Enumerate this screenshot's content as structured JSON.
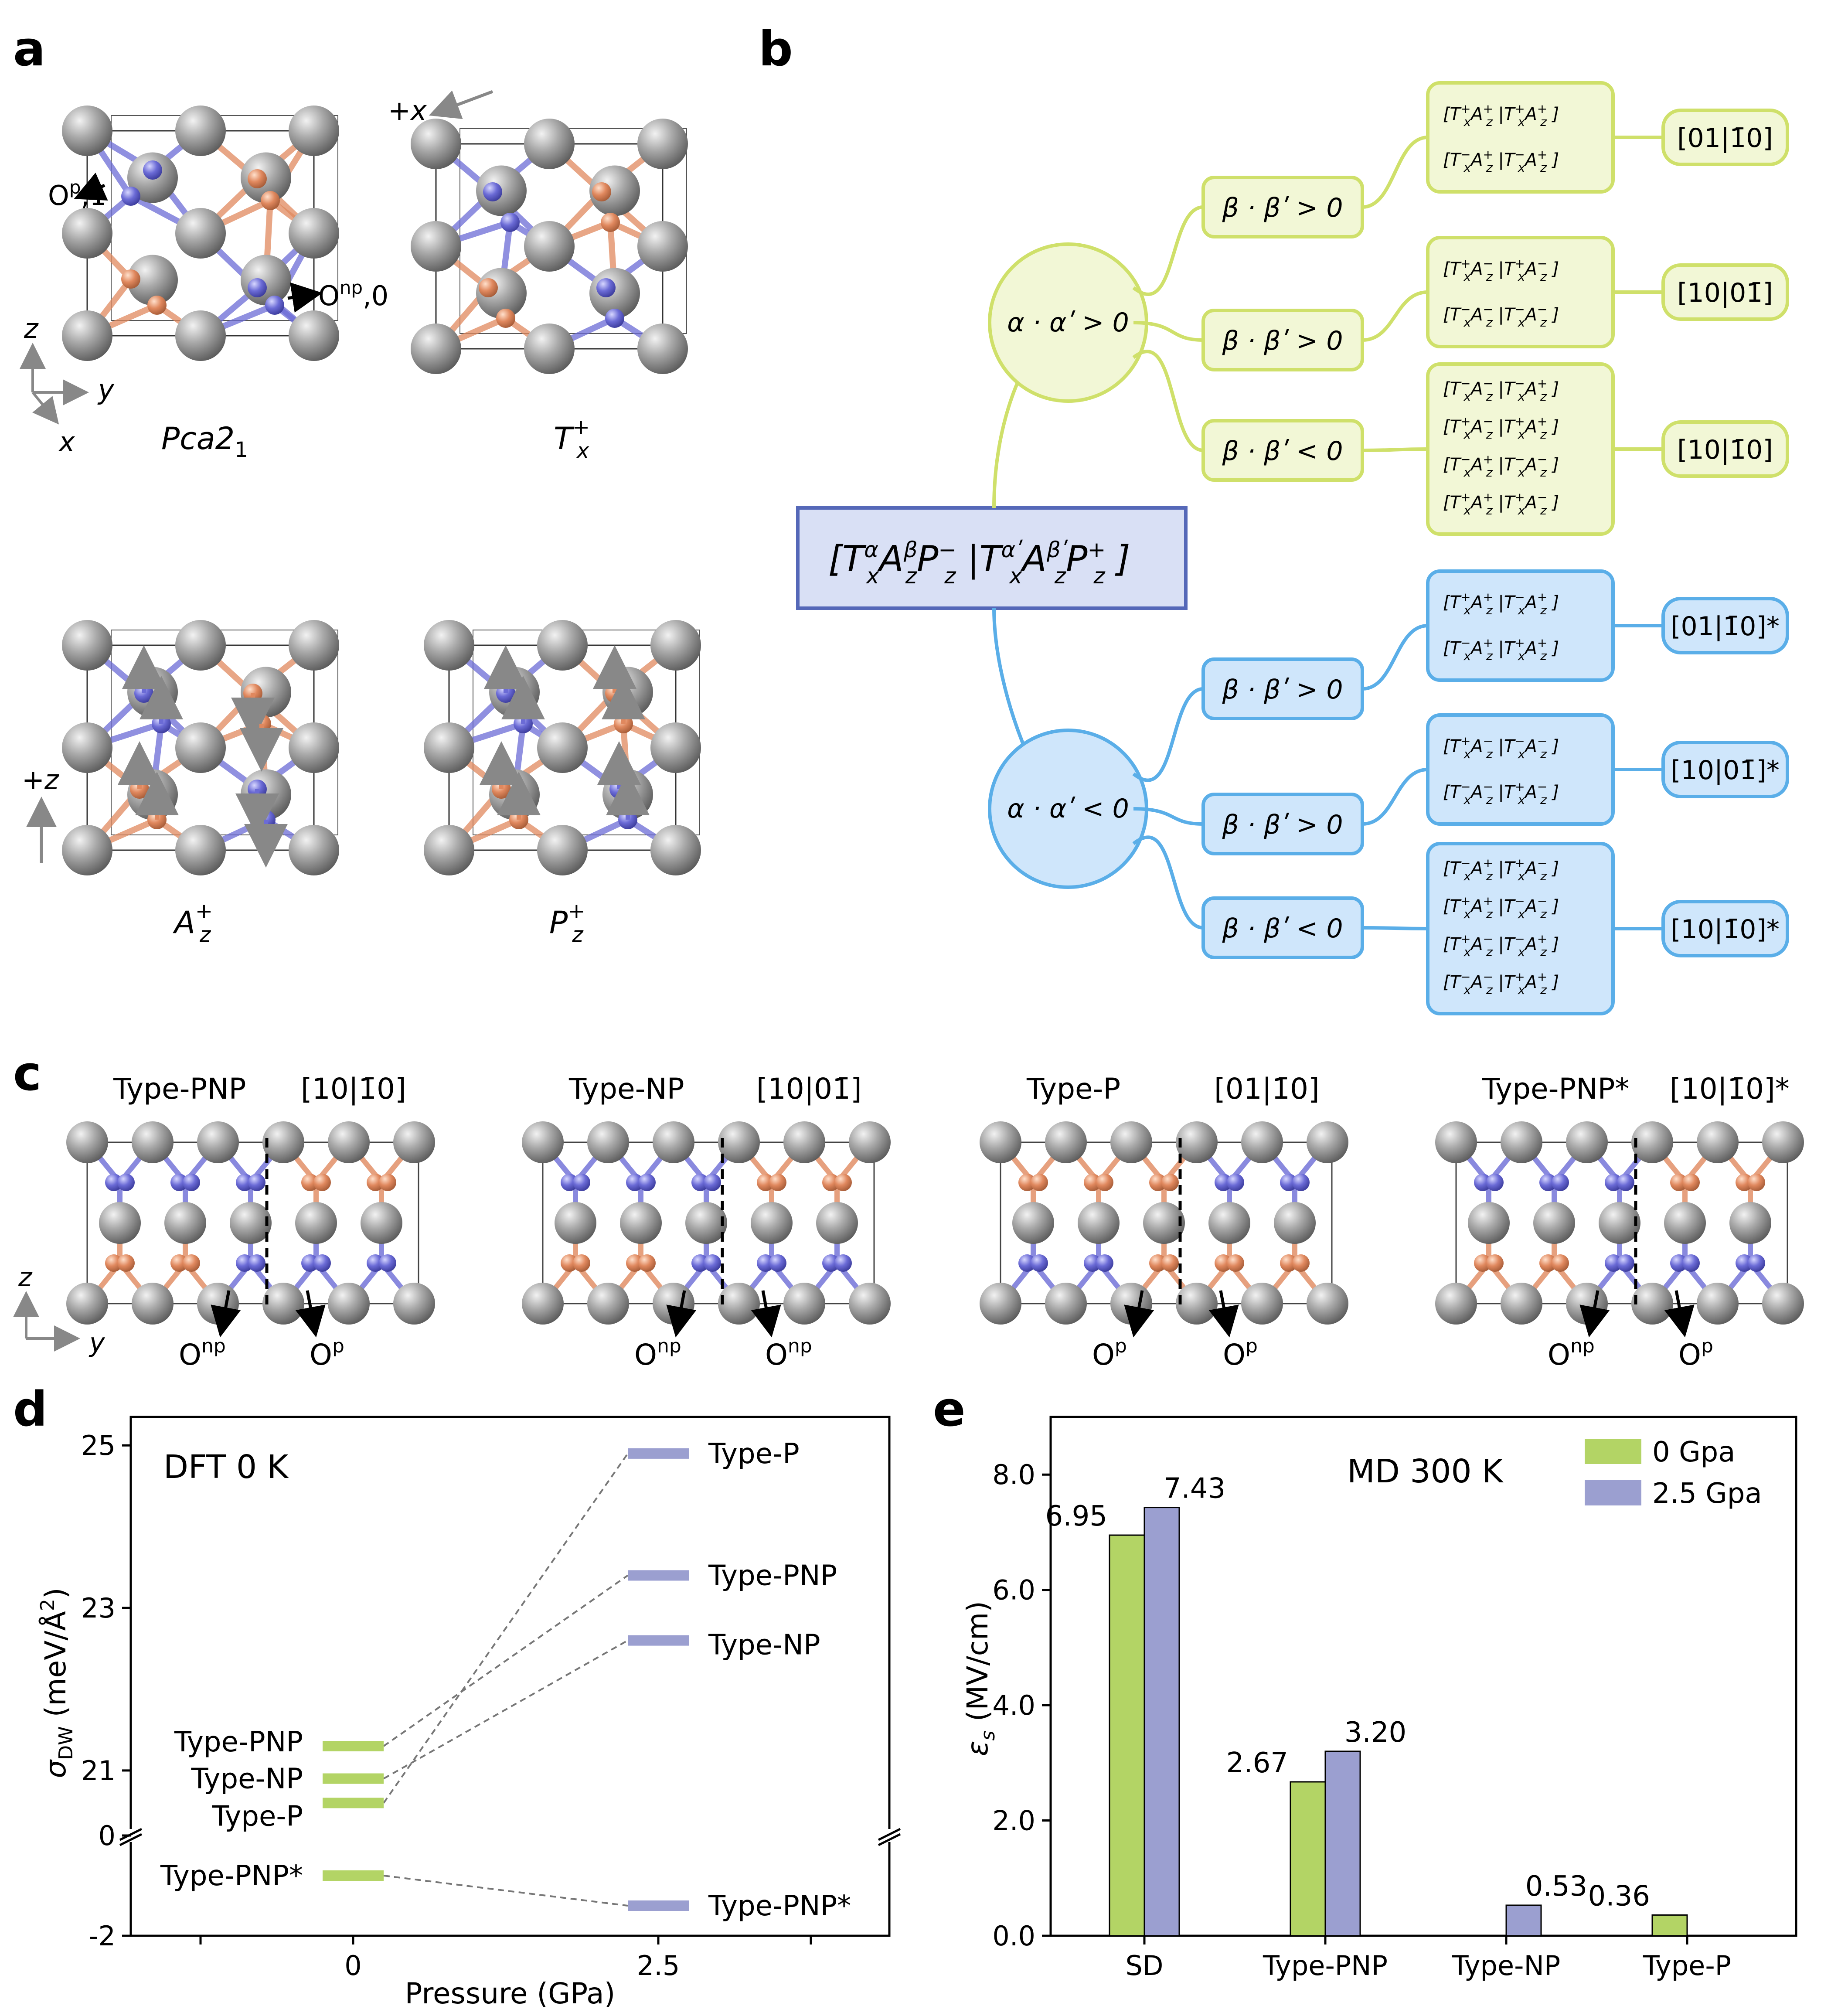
{
  "panel_letters": {
    "a": "a",
    "b": "b",
    "c": "c",
    "d": "d",
    "e": "e"
  },
  "colors": {
    "atom_gray": "#8c8c8c",
    "atom_blue": "#6b6bd6",
    "atom_orange": "#e0885e",
    "tree_green": "#cfe06a",
    "tree_green_fill": "#f2f7d6",
    "tree_blue": "#5aaee8",
    "tree_blue_fill": "#cfe6fb",
    "root_border": "#5568b8",
    "root_fill": "#d9e0f5",
    "bar_green": "#b3d465",
    "bar_purple": "#9b9fd0"
  },
  "panel_a": {
    "labels": {
      "op1": "O",
      "op1_sup": "p",
      "op1_tail": ",1",
      "onp0": "O",
      "onp0_sup": "np",
      "onp0_tail": ",0",
      "plus_x": "+x",
      "plus_z": "+z",
      "axis_z": "z",
      "axis_y": "y",
      "axis_x": "x"
    },
    "structures": [
      {
        "label": "Pca2",
        "sub": "1"
      },
      {
        "label": "T",
        "sub": "x",
        "sup": "+"
      },
      {
        "label": "A",
        "sub": "z",
        "sup": "+"
      },
      {
        "label": "P",
        "sub": "z",
        "sup": "+"
      }
    ]
  },
  "panel_b": {
    "root": "[TₓαA_zβP_z⁻ | TₓαʹA_zβʹP_z⁺ ]",
    "branches": [
      {
        "cond": "α · αʹ > 0",
        "color": "green",
        "subs": [
          {
            "cond": "β · βʹ > 0",
            "items": [
              [
                "[T",
                "x",
                "+",
                "A",
                "z",
                "+",
                "|T",
                "x",
                "+",
                "A",
                "z",
                "+",
                "]"
              ],
              [
                "[T",
                "x",
                "−",
                "A",
                "z",
                "+",
                "|T",
                "x",
                "−",
                "A",
                "z",
                "+",
                "]"
              ]
            ],
            "result": "[01|1̄0]"
          },
          {
            "cond": "β · βʹ > 0",
            "items": [
              [
                "[T",
                "x",
                "+",
                "A",
                "z",
                "−",
                "|T",
                "x",
                "+",
                "A",
                "z",
                "−",
                "]"
              ],
              [
                "[T",
                "x",
                "−",
                "A",
                "z",
                "−",
                "|T",
                "x",
                "−",
                "A",
                "z",
                "−",
                "]"
              ]
            ],
            "result": "[10|01̄]"
          },
          {
            "cond": "β · βʹ < 0",
            "items": [
              [
                "[T",
                "x",
                "−",
                "A",
                "z",
                "−",
                "|T",
                "x",
                "−",
                "A",
                "z",
                "+",
                "]"
              ],
              [
                "[T",
                "x",
                "+",
                "A",
                "z",
                "−",
                "|T",
                "x",
                "+",
                "A",
                "z",
                "+",
                "]"
              ],
              [
                "[T",
                "x",
                "−",
                "A",
                "z",
                "+",
                "|T",
                "x",
                "−",
                "A",
                "z",
                "−",
                "]"
              ],
              [
                "[T",
                "x",
                "+",
                "A",
                "z",
                "+",
                "|T",
                "x",
                "+",
                "A",
                "z",
                "−",
                "]"
              ]
            ],
            "result": "[10|1̄0]"
          }
        ]
      },
      {
        "cond": "α · αʹ < 0",
        "color": "blue",
        "subs": [
          {
            "cond": "β · βʹ > 0",
            "items": [
              [
                "[T",
                "x",
                "+",
                "A",
                "z",
                "+",
                "|T",
                "x",
                "−",
                "A",
                "z",
                "+",
                "]"
              ],
              [
                "[T",
                "x",
                "−",
                "A",
                "z",
                "+",
                "|T",
                "x",
                "+",
                "A",
                "z",
                "+",
                "]"
              ]
            ],
            "result": "[01|1̄0]*"
          },
          {
            "cond": "β · βʹ > 0",
            "items": [
              [
                "[T",
                "x",
                "+",
                "A",
                "z",
                "−",
                "|T",
                "x",
                "−",
                "A",
                "z",
                "−",
                "]"
              ],
              [
                "[T",
                "x",
                "−",
                "A",
                "z",
                "−",
                "|T",
                "x",
                "+",
                "A",
                "z",
                "−",
                "]"
              ]
            ],
            "result": "[10|01̄]*"
          },
          {
            "cond": "β · βʹ < 0",
            "items": [
              [
                "[T",
                "x",
                "−",
                "A",
                "z",
                "+",
                "|T",
                "x",
                "+",
                "A",
                "z",
                "−",
                "]"
              ],
              [
                "[T",
                "x",
                "+",
                "A",
                "z",
                "+",
                "|T",
                "x",
                "−",
                "A",
                "z",
                "−",
                "]"
              ],
              [
                "[T",
                "x",
                "+",
                "A",
                "z",
                "−",
                "|T",
                "x",
                "−",
                "A",
                "z",
                "+",
                "]"
              ],
              [
                "[T",
                "x",
                "−",
                "A",
                "z",
                "−",
                "|T",
                "x",
                "+",
                "A",
                "z",
                "+",
                "]"
              ]
            ],
            "result": "[10|1̄0]*"
          }
        ]
      }
    ]
  },
  "panel_c": {
    "axis_z": "z",
    "axis_y": "y",
    "walls": [
      {
        "type": "Type-PNP",
        "code": "[10|1̄0]",
        "left": "np",
        "right": "p"
      },
      {
        "type": "Type-NP",
        "code": "[10|01̄]",
        "left": "np",
        "right": "np"
      },
      {
        "type": "Type-P",
        "code": "[01|1̄0]",
        "left": "p",
        "right": "p"
      },
      {
        "type": "Type-PNP*",
        "code": "[10|1̄0]*",
        "left": "np",
        "right": "p"
      }
    ]
  },
  "chart_data": [
    {
      "type": "line",
      "panel": "d",
      "annotation": "DFT 0 K",
      "xlabel": "Pressure (GPa)",
      "ylabel": "σDW (meV/Å²)",
      "ylabel_main": "σ",
      "ylabel_sub": "DW",
      "ylabel_rest": " (meV/Å",
      "ylabel_sup": "2",
      "ylabel_end": ")",
      "x_ticks": [
        "0",
        "2.5"
      ],
      "y_ticks_upper": [
        "25",
        "23",
        "21"
      ],
      "y_ticks_lower": [
        "0",
        "-2"
      ],
      "y_break": true,
      "series": [
        {
          "name": "Type-PNP",
          "x": [
            0,
            2.5
          ],
          "y": [
            21.3,
            23.4
          ]
        },
        {
          "name": "Type-NP",
          "x": [
            0,
            2.5
          ],
          "y": [
            20.9,
            22.6
          ]
        },
        {
          "name": "Type-P",
          "x": [
            0,
            2.5
          ],
          "y": [
            20.6,
            24.9
          ]
        },
        {
          "name": "Type-PNP*",
          "x": [
            0,
            2.5
          ],
          "y": [
            -0.8,
            -1.4
          ]
        }
      ]
    },
    {
      "type": "bar",
      "panel": "e",
      "annotation": "MD 300 K",
      "ylabel": "εs (MV/cm)",
      "ylabel_main": "ε",
      "ylabel_sub": "s",
      "ylabel_rest": " (MV/cm)",
      "categories": [
        "SD",
        "Type-PNP",
        "Type-NP",
        "Type-P"
      ],
      "ylim": [
        0,
        9
      ],
      "y_ticks": [
        "0.0",
        "2.0",
        "4.0",
        "6.0",
        "8.0"
      ],
      "legend_position": "top-right",
      "series": [
        {
          "name": "0 Gpa",
          "values": [
            6.95,
            2.67,
            null,
            0.36
          ],
          "labels": [
            "6.95",
            "2.67",
            "",
            "0.36"
          ]
        },
        {
          "name": "2.5 Gpa",
          "values": [
            7.43,
            3.2,
            0.53,
            null
          ],
          "labels": [
            "7.43",
            "3.20",
            "0.53",
            ""
          ]
        }
      ]
    }
  ]
}
